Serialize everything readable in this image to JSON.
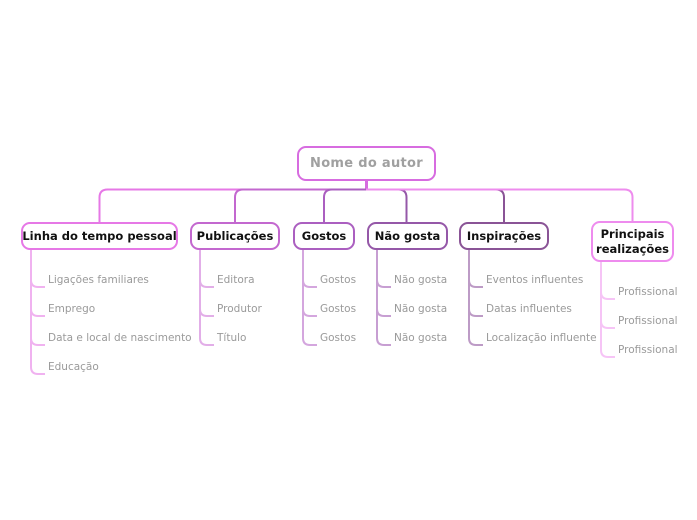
{
  "canvas": {
    "background": "#ffffff"
  },
  "root": {
    "label": "Nome do autor",
    "color": "#d76ce0",
    "text_color": "#a0a0a0"
  },
  "leaf_text_color": "#9a9a9a",
  "node_text_color": "#111111",
  "branches": [
    {
      "label": "Linha do tempo pessoal",
      "color": "#e678e6",
      "light_color": "#f0b2f0",
      "children": [
        "Ligações familiares",
        "Emprego",
        "Data e local de nascimento",
        "Educação"
      ]
    },
    {
      "label": "Publicações",
      "color": "#c368cf",
      "light_color": "#e2aee8",
      "children": [
        "Editora",
        "Produtor",
        "Título"
      ]
    },
    {
      "label": "Gostos",
      "color": "#ab5fc0",
      "light_color": "#d4a6de",
      "children": [
        "Gostos",
        "Gostos",
        "Gostos"
      ]
    },
    {
      "label": "Não gosta",
      "color": "#9558a8",
      "light_color": "#c79ed2",
      "children": [
        "Não gosta",
        "Não gosta",
        "Não gosta"
      ]
    },
    {
      "label": "Inspirações",
      "color": "#8a5496",
      "light_color": "#bd9bc6",
      "children": [
        "Eventos influentes",
        "Datas influentes",
        "Localização influente"
      ]
    },
    {
      "label": "Principais realizações",
      "color": "#ee8cee",
      "light_color": "#f6c4f6",
      "children": [
        "Profissional",
        "Profissional",
        "Profissional"
      ]
    }
  ]
}
